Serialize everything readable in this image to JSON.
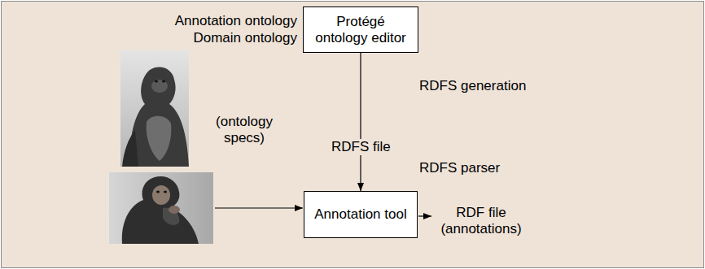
{
  "diagram": {
    "nodes": [
      {
        "text": [
          "Protégé ontology editor"
        ]
      },
      {
        "text": [
          "Annotation tool"
        ]
      }
    ],
    "edges": [
      {
        "from": 0,
        "to": 1,
        "arrow": "to",
        "label": "RDFS file"
      }
    ],
    "labels": [
      "Annotation ontology",
      "Domain ontology",
      "RDFS generation",
      "(ontology specs)",
      "RDFS parser",
      "RDF file (annotations)"
    ]
  }
}
